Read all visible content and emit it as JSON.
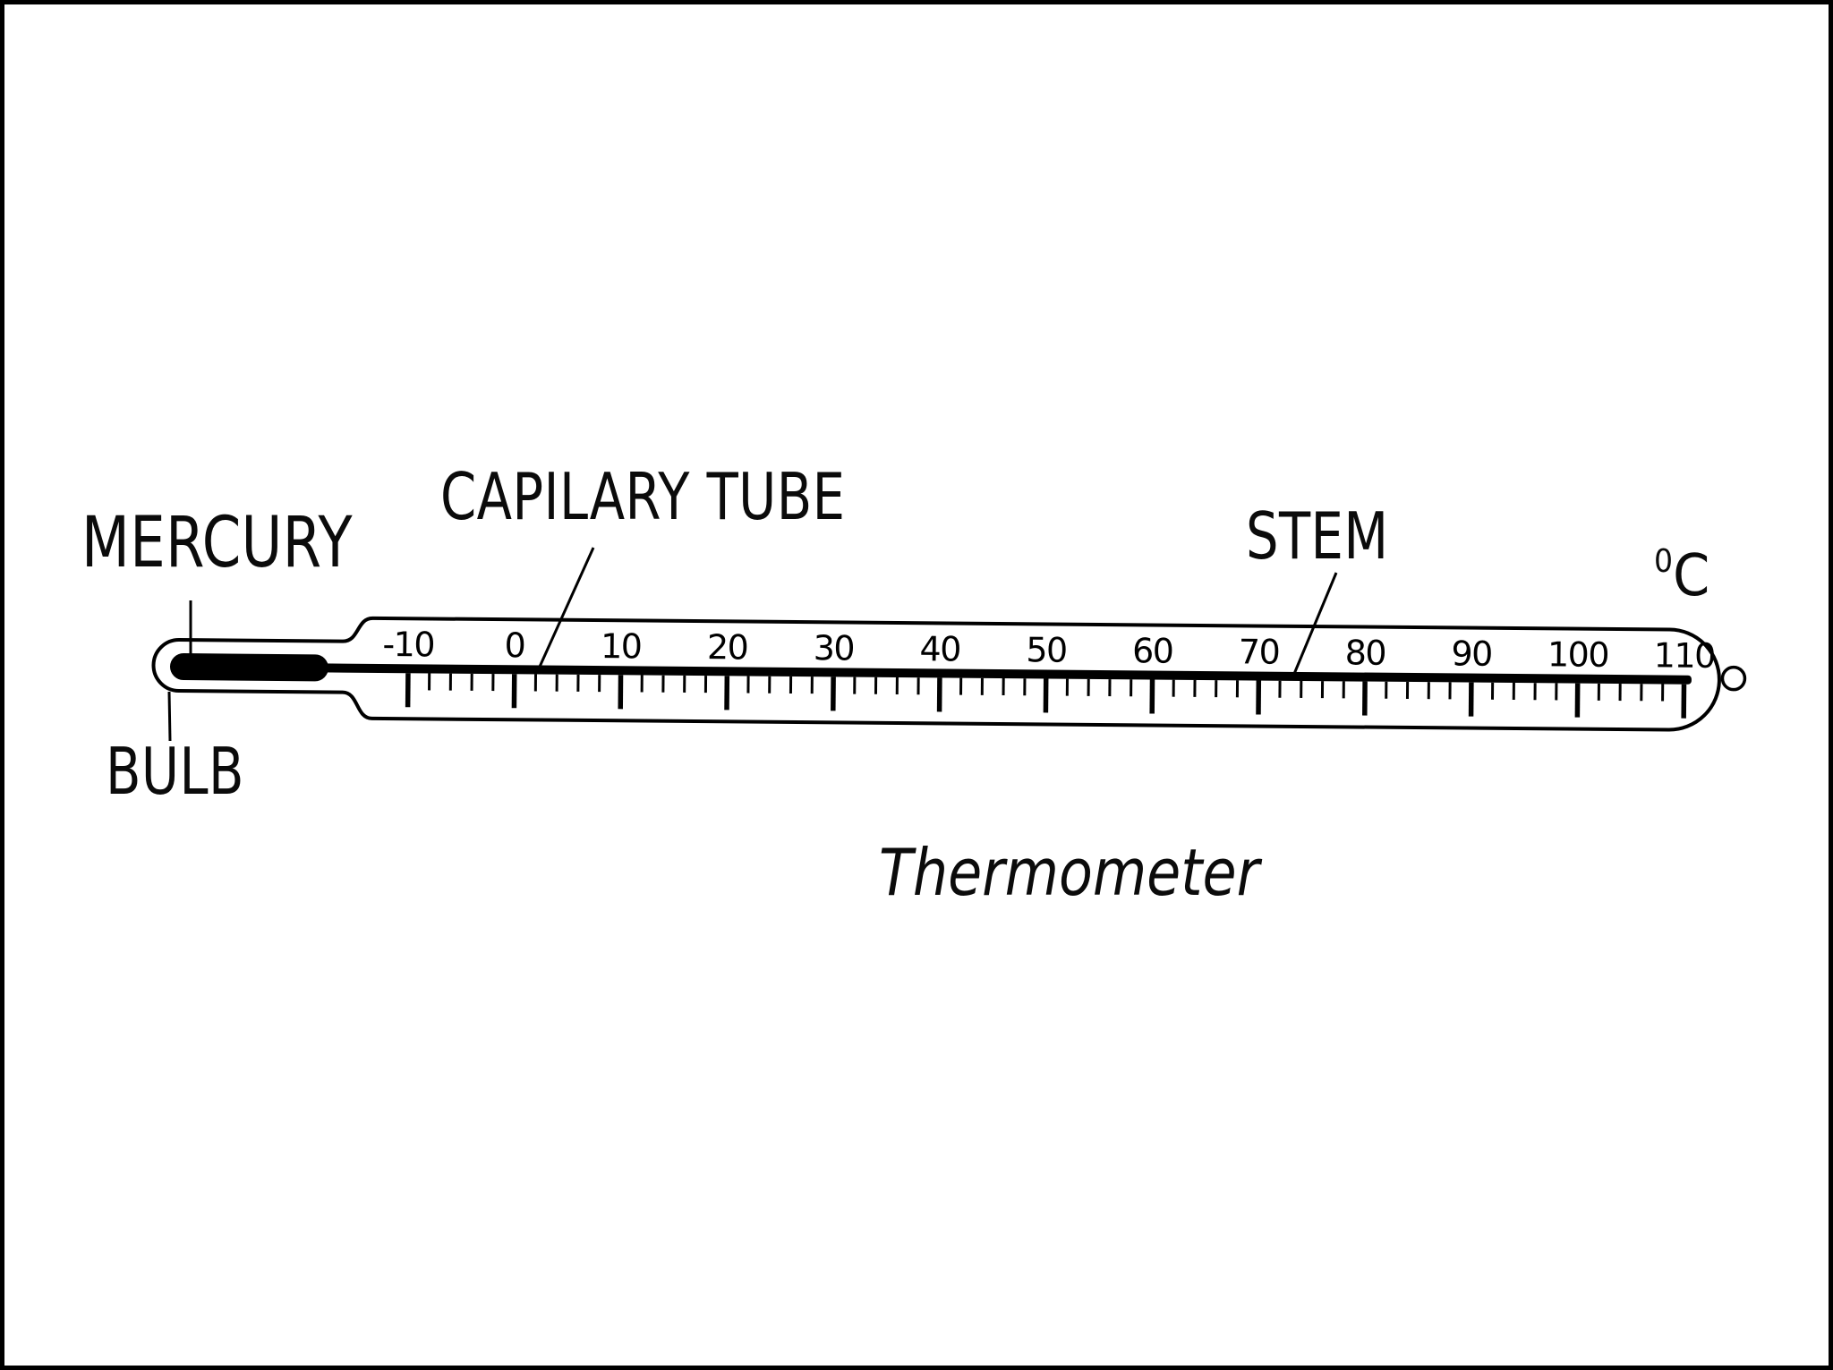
{
  "diagram": {
    "title": "Thermometer",
    "unit": {
      "superscript": "0",
      "symbol": "C"
    },
    "labels": {
      "mercury": "MERCURY",
      "capillary_tube": "CAPILARY TUBE",
      "stem": "STEM",
      "bulb": "BULB"
    },
    "scale": {
      "min": -10,
      "max": 110,
      "major_step": 10,
      "minor_step": 2,
      "tick_labels": [
        "-10",
        "0",
        "10",
        "20",
        "30",
        "40",
        "50",
        "60",
        "70",
        "80",
        "90",
        "100",
        "110"
      ]
    },
    "mercury_reading": {
      "column_end_value": 110
    },
    "colors": {
      "ink": "#000000",
      "background": "#ffffff"
    }
  }
}
